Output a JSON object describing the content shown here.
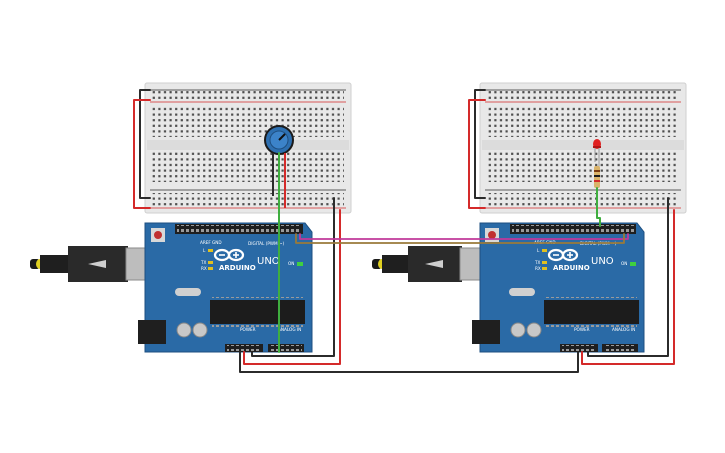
{
  "boards": [
    {
      "id": "left",
      "brand_label": "ARDUINO",
      "model_label": "UNO",
      "digital_label": "DIGITAL (PWM ~)",
      "power_label": "POWER",
      "analog_label": "ANALOG IN",
      "on_label": "ON",
      "tx_label": "TX",
      "rx_label": "RX",
      "l_label": "L",
      "aref_label": "AREF",
      "gnd_label": "GND"
    },
    {
      "id": "right",
      "brand_label": "ARDUINO",
      "model_label": "UNO",
      "digital_label": "DIGITAL (PWM ~)",
      "power_label": "POWER",
      "analog_label": "ANALOG IN",
      "on_label": "ON",
      "tx_label": "TX",
      "rx_label": "RX",
      "l_label": "L",
      "aref_label": "AREF",
      "gnd_label": "GND"
    }
  ],
  "components": {
    "left_breadboard": "potentiometer",
    "right_breadboard": "led-with-resistor"
  },
  "colors": {
    "red_wire": "#d42a2a",
    "black_wire": "#2b2b2b",
    "green_wire": "#3fae3f",
    "pink_wire": "#c0399a",
    "brown_wire": "#9a7a3a",
    "board_blue": "#2a6aa6",
    "led_red": "#e02020"
  }
}
